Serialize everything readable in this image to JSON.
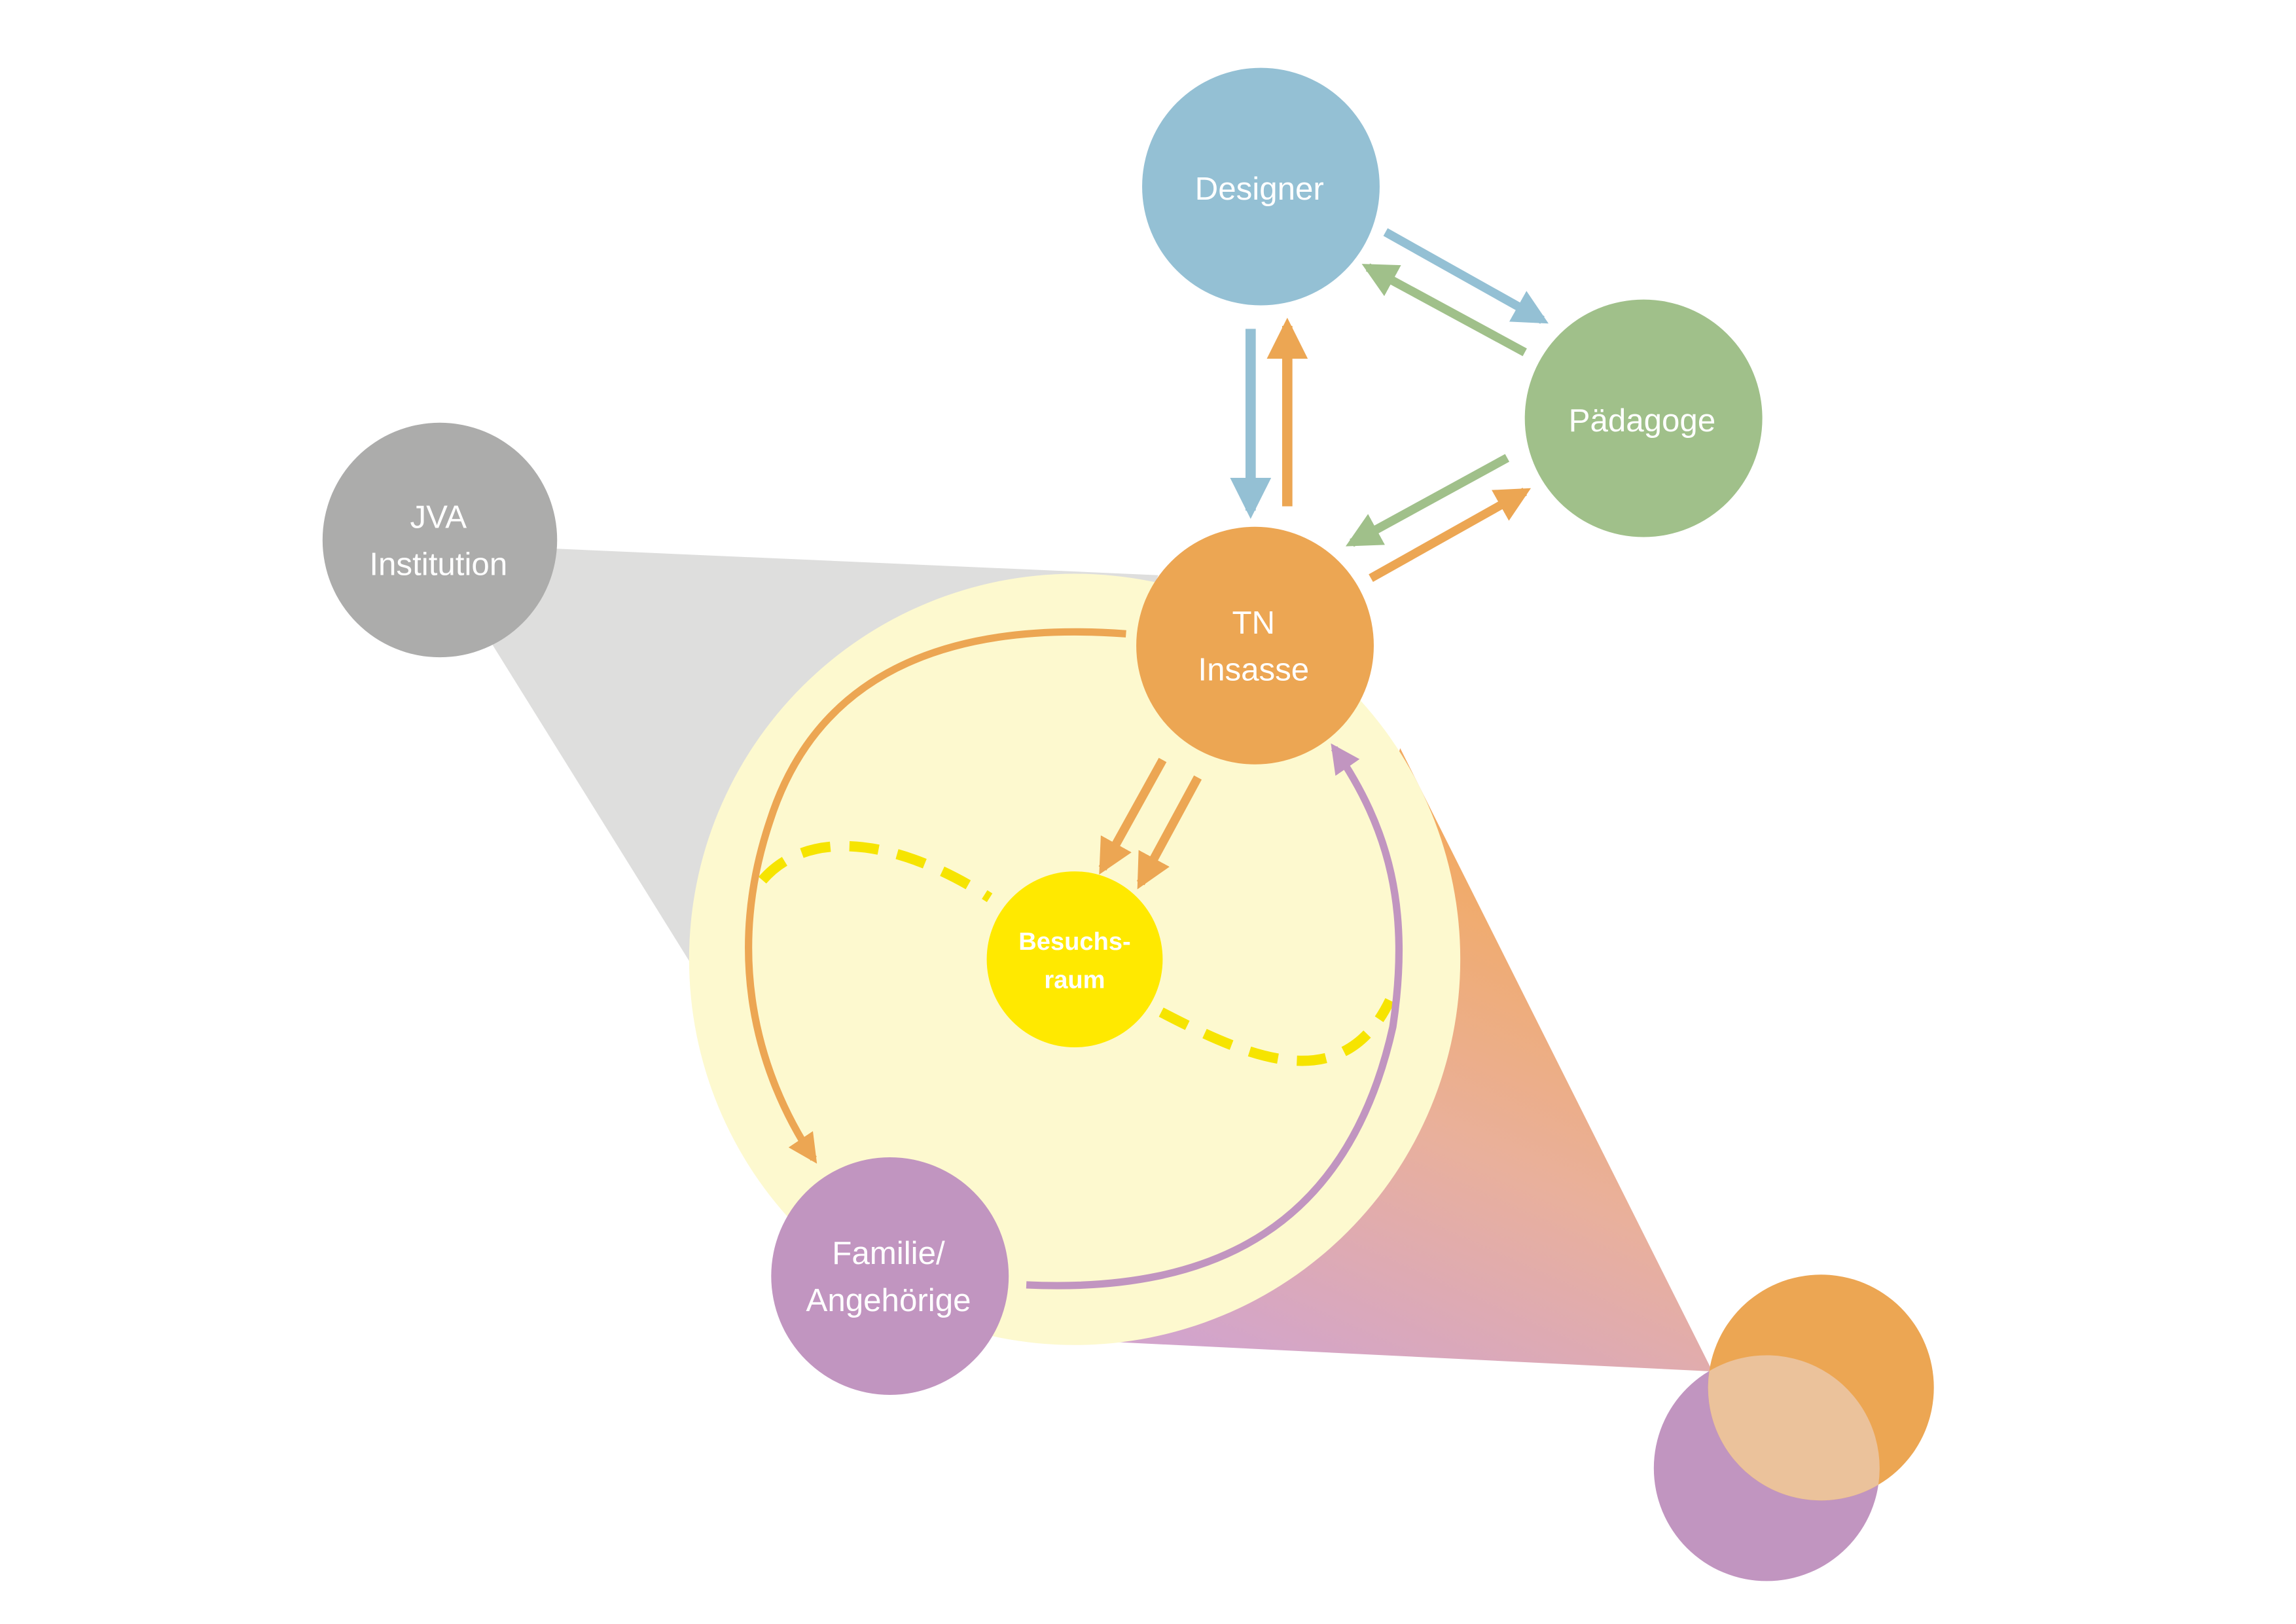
{
  "colors": {
    "designer": "#94c0d4",
    "paedagoge": "#a0c08a",
    "tn": "#eca653",
    "jva": "#acacab",
    "familie": "#c195c0",
    "besuchsraum": "#ffe900",
    "halo": "#fdf9cf",
    "grey_wedge": "#dededd",
    "overlap": "#ebc29b",
    "dashed": "#f6e400"
  },
  "nodes": {
    "designer": {
      "label": "Designer"
    },
    "paedagoge": {
      "label": "Pädagoge"
    },
    "tn": {
      "line1": "TN",
      "line2": "Insasse"
    },
    "jva": {
      "line1": "JVA",
      "line2": "Institution"
    },
    "familie": {
      "line1": "Familie/",
      "line2": "Angehörige"
    },
    "besuchsraum": {
      "line1": "Besuchs-",
      "line2": "raum"
    }
  }
}
